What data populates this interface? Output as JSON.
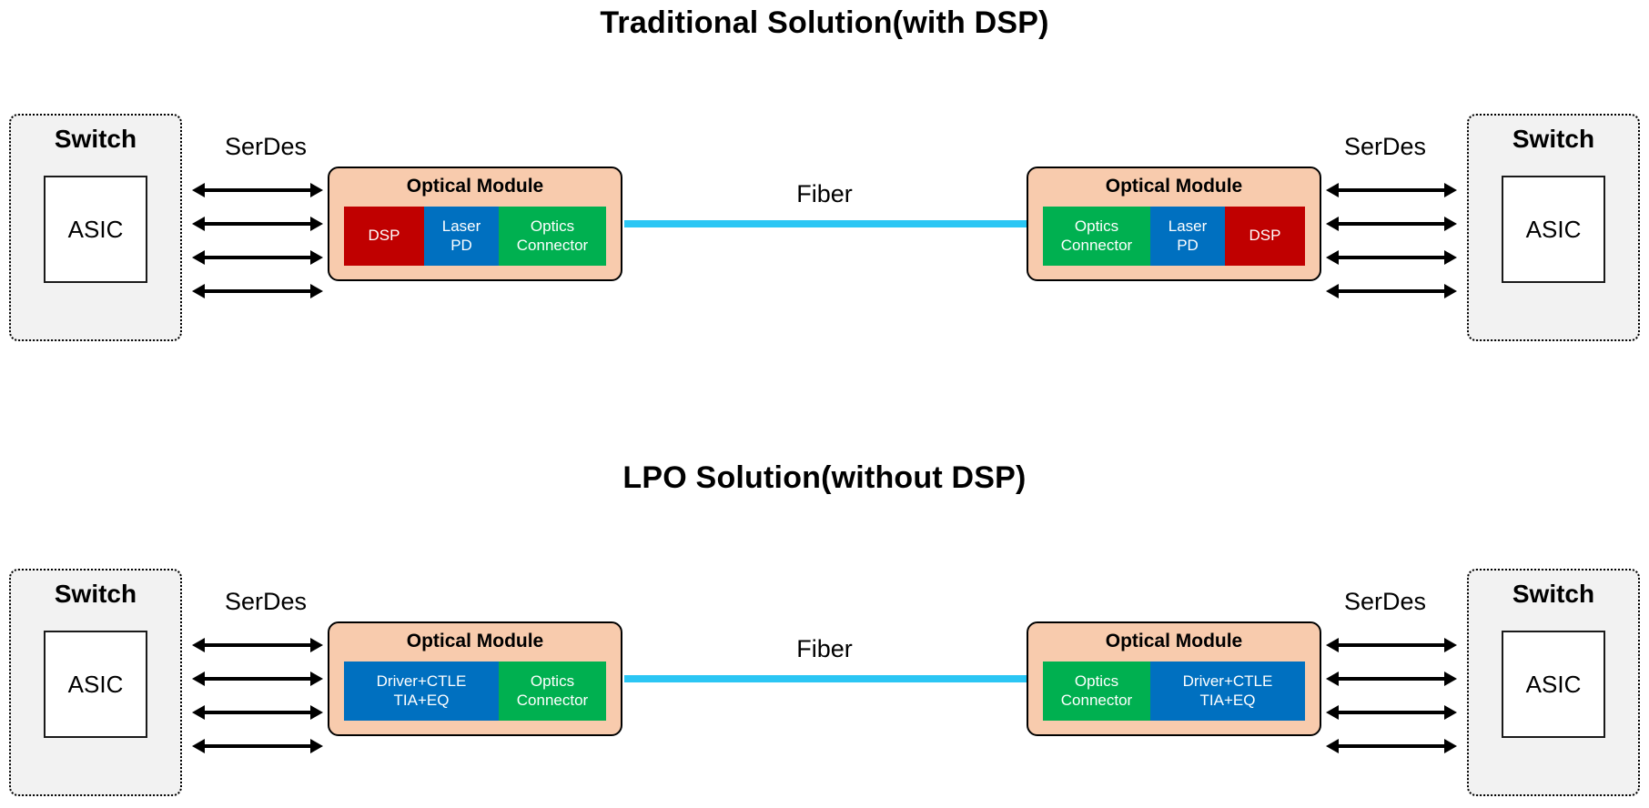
{
  "sections": [
    {
      "title": "Traditional Solution(with DSP)",
      "switch_left": {
        "label": "Switch",
        "asic": "ASIC"
      },
      "switch_right": {
        "label": "Switch",
        "asic": "ASIC"
      },
      "serdes_left": "SerDes",
      "serdes_right": "SerDes",
      "fiber_label": "Fiber",
      "module_left": {
        "title": "Optical Module",
        "blocks": [
          {
            "label": "DSP",
            "color": "#C00000"
          },
          {
            "label": "Laser\nPD",
            "color": "#0070C0"
          },
          {
            "label": "Optics\nConnector",
            "color": "#00B050"
          }
        ]
      },
      "module_right": {
        "title": "Optical Module",
        "blocks": [
          {
            "label": "Optics\nConnector",
            "color": "#00B050"
          },
          {
            "label": "Laser\nPD",
            "color": "#0070C0"
          },
          {
            "label": "DSP",
            "color": "#C00000"
          }
        ]
      }
    },
    {
      "title": "LPO Solution(without DSP)",
      "switch_left": {
        "label": "Switch",
        "asic": "ASIC"
      },
      "switch_right": {
        "label": "Switch",
        "asic": "ASIC"
      },
      "serdes_left": "SerDes",
      "serdes_right": "SerDes",
      "fiber_label": "Fiber",
      "module_left": {
        "title": "Optical Module",
        "blocks": [
          {
            "label": "Driver+CTLE\nTIA+EQ",
            "color": "#0070C0"
          },
          {
            "label": "Optics\nConnector",
            "color": "#00B050"
          }
        ]
      },
      "module_right": {
        "title": "Optical Module",
        "blocks": [
          {
            "label": "Optics\nConnector",
            "color": "#00B050"
          },
          {
            "label": "Driver+CTLE\nTIA+EQ",
            "color": "#0070C0"
          }
        ]
      }
    }
  ],
  "colors": {
    "module_bg": "#F8CBAD",
    "switch_bg": "#F2F2F2",
    "fiber": "#2BC6F4",
    "dsp_red": "#C00000",
    "laser_blue": "#0070C0",
    "optics_green": "#00B050",
    "arrow_black": "#000000"
  }
}
